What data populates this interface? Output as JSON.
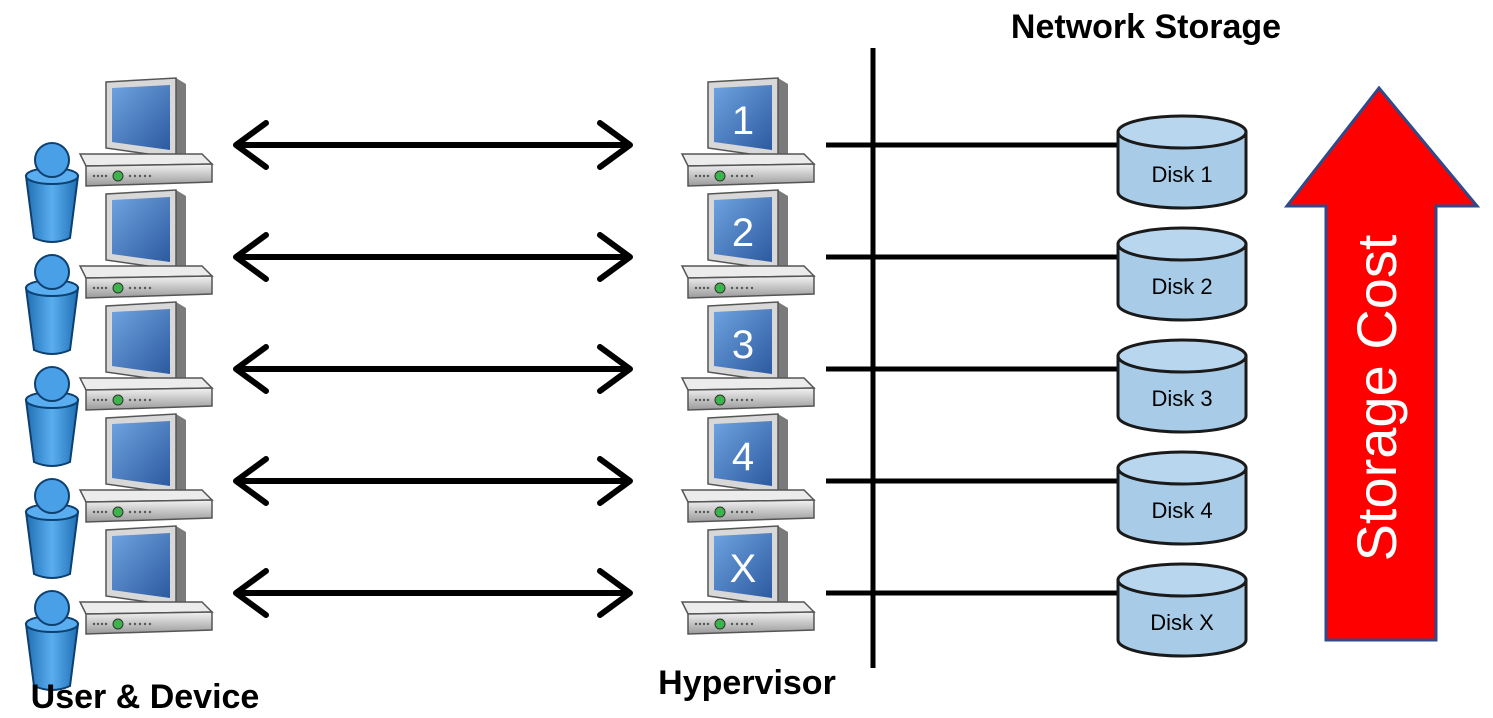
{
  "labels": {
    "network_storage": "Network Storage",
    "user_device": "User & Device",
    "hypervisor": "Hypervisor",
    "storage_cost": "Storage Cost"
  },
  "rows": [
    {
      "vm": "1",
      "disk": "Disk 1"
    },
    {
      "vm": "2",
      "disk": "Disk 2"
    },
    {
      "vm": "3",
      "disk": "Disk 3"
    },
    {
      "vm": "4",
      "disk": "Disk 4"
    },
    {
      "vm": "X",
      "disk": "Disk X"
    }
  ],
  "colors": {
    "screen": "#3a6fb8",
    "disk_fill": "#a8cce8",
    "disk_stroke": "#1a1a1a",
    "user": "#3b8fd4",
    "arrow_red": "#ff0000",
    "arrow_border": "#2f4a8a"
  },
  "icons": [
    "user-icon",
    "desktop-computer-icon",
    "double-arrow-icon",
    "vm-computer-icon",
    "disk-cylinder-icon",
    "up-arrow-icon"
  ]
}
